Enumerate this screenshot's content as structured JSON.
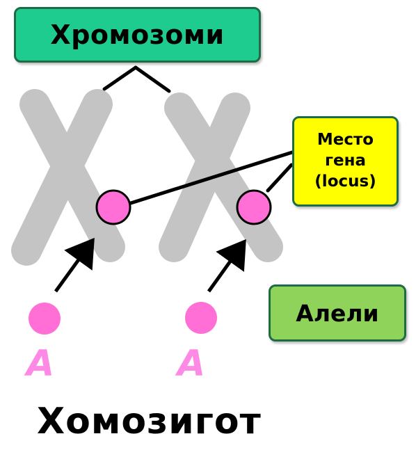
{
  "labels": {
    "chromosomes": "Хромозоми",
    "locus_lines": [
      "Место",
      "гена",
      "(locus)"
    ],
    "alleles": "Алели",
    "allele_left": "A",
    "allele_right": "A",
    "genotype": "Хомозигот"
  },
  "colors": {
    "chromosome": "#c4c4c4",
    "gene_locus": "#ff6fd6",
    "allele": "#ff6fd6",
    "allele_letter": "#ff8ae5",
    "chromosomes_label_bg": "#1fcc8f",
    "locus_label_bg": "#ffff00",
    "alleles_label_bg": "#8fd35a"
  },
  "icons": {
    "chromosome": "x-shaped-chromosome",
    "locus": "pink-circle",
    "allele": "pink-dot",
    "arrow": "arrow-up-right"
  }
}
